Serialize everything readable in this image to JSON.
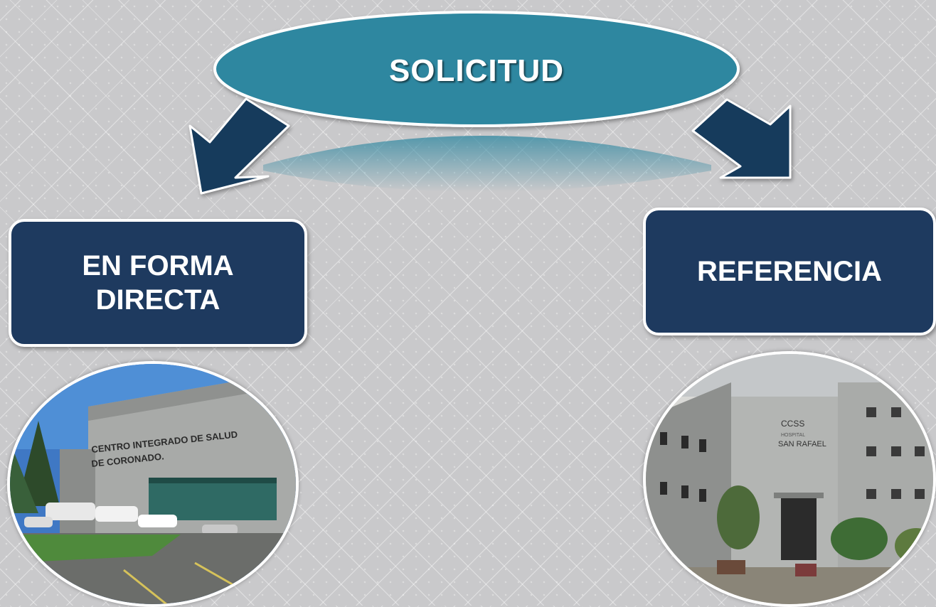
{
  "diagram": {
    "root": {
      "label": "SOLICITUD"
    },
    "branches": [
      {
        "label": "EN FORMA\nDIRECTA",
        "line1": "EN FORMA",
        "line2": "DIRECTA"
      },
      {
        "label": "REFERENCIA"
      }
    ]
  },
  "photos": {
    "left": {
      "sign_line1": "CENTRO INTEGRADO DE SALUD",
      "sign_line2": "DE CORONADO."
    },
    "right": {
      "sign_logo": "CCSS",
      "sign_small": "HOSPITAL",
      "sign_name": "SAN RAFAEL"
    }
  },
  "colors": {
    "ellipse": "#2e87a0",
    "box": "#1e3a5f",
    "arrow": "#163a5c",
    "background": "#c9c9cb"
  }
}
